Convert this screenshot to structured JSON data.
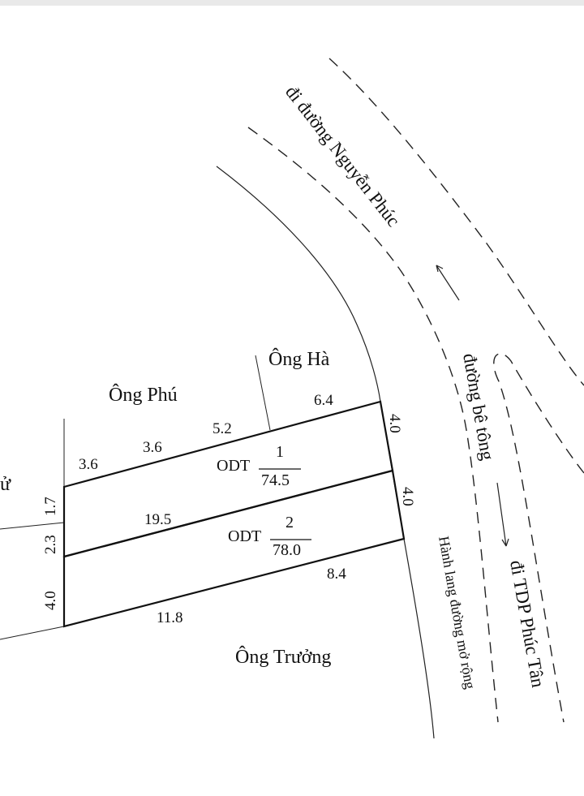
{
  "labels": {
    "owner_ha": "Ông Hà",
    "owner_phu": "Ông Phú",
    "owner_truong": "Ông Trưởng",
    "road_nguyen_phuc": "đi đường Nguyễn Phúc",
    "road_concrete": "đường bê tông",
    "road_tdp": "đi TDP Phúc Tân",
    "corridor": "Hành lang đường mở rộng",
    "left_partial": "ử"
  },
  "parcels": [
    {
      "land_type": "ODT",
      "number": "1",
      "area": "74.5"
    },
    {
      "land_type": "ODT",
      "number": "2",
      "area": "78.0"
    }
  ],
  "dimensions": {
    "top_3_6_a": "3.6",
    "top_3_6_b": "3.6",
    "top_5_2": "5.2",
    "top_6_4": "6.4",
    "right_4_0_top": "4.0",
    "right_4_0_bottom": "4.0",
    "left_1_7": "1.7",
    "left_2_3": "2.3",
    "left_4_0": "4.0",
    "middle_19_5": "19.5",
    "bottom_8_4": "8.4",
    "bottom_11_8": "11.8"
  },
  "colors": {
    "line": "#1a1a1a",
    "background": "#ffffff"
  }
}
